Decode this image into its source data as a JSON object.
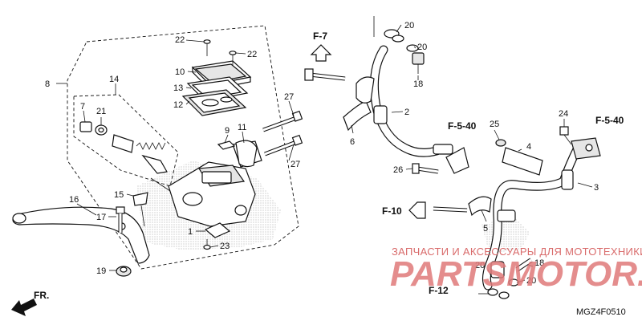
{
  "diagram_code": "MGZ4F0510",
  "direction_label": "FR.",
  "watermark": {
    "line": "ЗАПЧАСТИ И АКСЕССУАРЫ ДЛЯ МОТОТЕХНИКИ",
    "brand": "PARTSMOTOR.RU"
  },
  "refs": {
    "f7": "F-7",
    "f540_a": "F-5-40",
    "f540_b": "F-5-40",
    "f10": "F-10",
    "f12": "F-12"
  },
  "parts": {
    "p1": "1",
    "p2": "2",
    "p3": "3",
    "p4": "4",
    "p5": "5",
    "p6": "6",
    "p7": "7",
    "p8": "8",
    "p9": "9",
    "p10": "10",
    "p11": "11",
    "p12": "12",
    "p13": "13",
    "p14": "14",
    "p15": "15",
    "p16": "16",
    "p17": "17",
    "p18a": "18",
    "p18b": "18",
    "p19": "19",
    "p20a": "20",
    "p20b": "20",
    "p20c": "20",
    "p20d": "20",
    "p21": "21",
    "p22a": "22",
    "p22b": "22",
    "p23": "23",
    "p24": "24",
    "p25": "25",
    "p26": "26",
    "p27a": "27",
    "p27b": "27"
  }
}
